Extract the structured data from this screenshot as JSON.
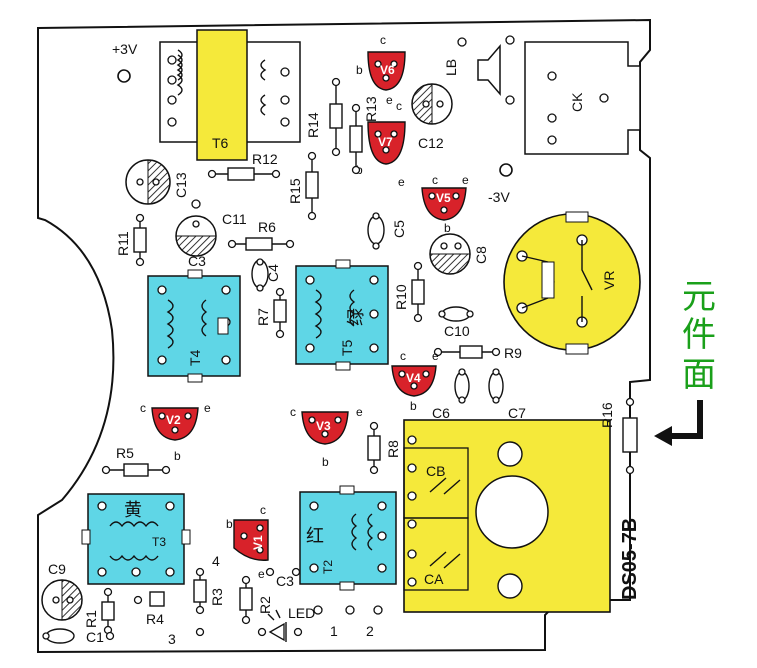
{
  "colors": {
    "board_fill": "#ffffff",
    "board_outline": "#111111",
    "yellow_part": "#f5e93a",
    "cyan_part": "#5fd6e6",
    "red_part": "#d8222a",
    "green_text": "#1aa01a",
    "hatch": "#333333"
  },
  "title": {
    "side_label": "元件面",
    "model": "DS05-7B"
  },
  "power": {
    "plus3v": "+3V",
    "minus3v": "-3V"
  },
  "transformers": {
    "t6": "T6",
    "t4": "T4",
    "t5": "T5",
    "t5_color": "绿",
    "t3": "T3",
    "t3_color": "黄",
    "t2": "T2",
    "t2_color": "红"
  },
  "transistors": {
    "v1": "V1",
    "v2": "V2",
    "v3": "V3",
    "v4": "V4",
    "v5": "V5",
    "v6": "V6",
    "v7": "V7"
  },
  "pins": {
    "b": "b",
    "c": "c",
    "e": "e"
  },
  "resistors": {
    "r1": "R1",
    "r2": "R2",
    "r3": "R3",
    "r4": "R4",
    "r5": "R5",
    "r6": "R6",
    "r7": "R7",
    "r8": "R8",
    "r9": "R9",
    "r10": "R10",
    "r11": "R11",
    "r12": "R12",
    "r13": "R13",
    "r14": "R14",
    "r15": "R15",
    "r16": "R16"
  },
  "capacitors": {
    "c1": "C1",
    "c3a": "C3",
    "c3b": "C3",
    "c4": "C4",
    "c5": "C5",
    "c6": "C6",
    "c7": "C7",
    "c8": "C8",
    "c9": "C9",
    "c10": "C10",
    "c11": "C11",
    "c12": "C12",
    "c13": "C13"
  },
  "misc": {
    "lb": "LB",
    "ck": "CK",
    "vr": "VR",
    "led": "LED",
    "cb": "CB",
    "ca": "CA",
    "n1": "1",
    "n2": "2",
    "n3": "3",
    "n4": "4"
  }
}
